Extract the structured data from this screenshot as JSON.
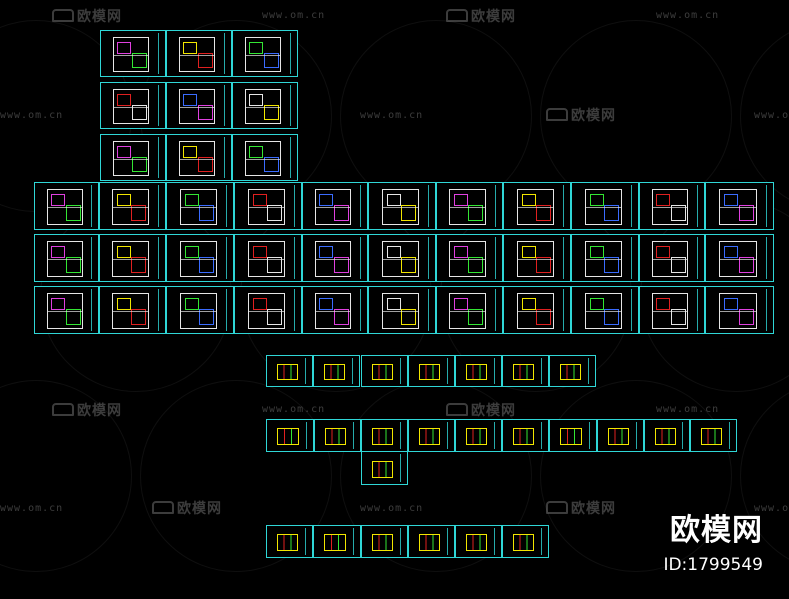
{
  "watermark": {
    "brand_text": "欧模网",
    "url_text": "www.om.cn"
  },
  "corner": {
    "brand": "欧模网",
    "id_label": "ID:1799549"
  },
  "colors": {
    "frame": "#2fd6d6",
    "wall": "#e6e6e6",
    "accent_magenta": "#e040e0",
    "accent_yellow": "#f2e600",
    "accent_green": "#33e633",
    "accent_red": "#e02020",
    "accent_blue": "#3a6cff"
  }
}
